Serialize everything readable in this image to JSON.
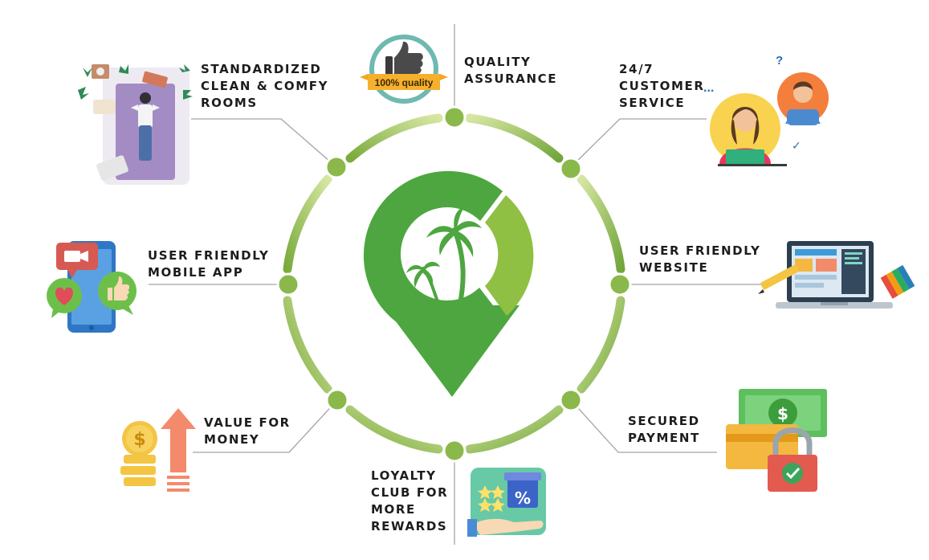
{
  "colors": {
    "ring_light": "#c8dc8c",
    "ring_dark": "#7aab3c",
    "node": "#8bb84a",
    "logo_green": "#4da63f",
    "logo_light": "#8fc043",
    "connector": "#a3a3a3"
  },
  "logo": {
    "name": "palm-tree-map-pin-logo"
  },
  "features": [
    {
      "id": "quality",
      "lines": [
        "QUALITY",
        "ASSURANCE"
      ],
      "icon": "thumbs-up-badge-icon",
      "badge_text": "100% quality"
    },
    {
      "id": "customer-service",
      "lines": [
        "24/7",
        "CUSTOMER",
        "SERVICE"
      ],
      "icon": "customer-service-agents-icon",
      "decoration": [
        "?",
        "...",
        "✓"
      ]
    },
    {
      "id": "website",
      "lines": [
        "USER FRIENDLY",
        "WEBSITE"
      ],
      "icon": "laptop-design-icon"
    },
    {
      "id": "payment",
      "lines": [
        "SECURED",
        "PAYMENT"
      ],
      "icon": "card-cash-lock-icon",
      "money_symbol": "$"
    },
    {
      "id": "loyalty",
      "lines": [
        "LOYALTY",
        "CLUB FOR",
        "MORE",
        "REWARDS"
      ],
      "icon": "rewards-gift-icon",
      "percent_symbol": "%"
    },
    {
      "id": "value",
      "lines": [
        "VALUE FOR",
        "MONEY"
      ],
      "icon": "coins-arrow-up-icon",
      "money_symbol": "$"
    },
    {
      "id": "mobile",
      "lines": [
        "USER FRIENDLY",
        "MOBILE APP"
      ],
      "icon": "smartphone-social-icon"
    },
    {
      "id": "rooms",
      "lines": [
        "STANDARDIZED",
        "CLEAN & COMFY",
        "ROOMS"
      ],
      "icon": "comfy-bed-icon"
    }
  ]
}
